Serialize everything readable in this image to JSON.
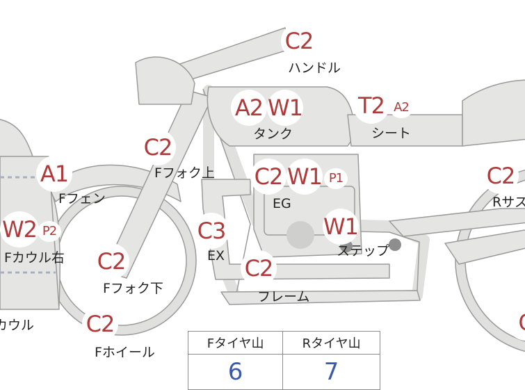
{
  "parts": {
    "handle": {
      "label": "ハンドル",
      "codes": [
        "C2"
      ]
    },
    "tank": {
      "label": "タンク",
      "codes": [
        "A2",
        "W1"
      ]
    },
    "seat": {
      "label": "シート",
      "codes": [
        "T2",
        "A2"
      ]
    },
    "ffork_upper": {
      "label": "Fフォク上",
      "codes": [
        "C2"
      ]
    },
    "ffender": {
      "label": "Fフェン",
      "codes": [
        "A1"
      ]
    },
    "engine": {
      "label": "EG",
      "codes": [
        "C2",
        "W1",
        "P1"
      ]
    },
    "rsus": {
      "label": "Rサス",
      "codes": [
        "C2"
      ]
    },
    "fcowl_right": {
      "label": "Fカウル右",
      "codes": [
        "W2",
        "P2"
      ]
    },
    "exhaust": {
      "label": "EX",
      "codes": [
        "C3"
      ]
    },
    "step": {
      "label": "ステップ",
      "codes": [
        "W1"
      ]
    },
    "ffork_lower": {
      "label": "Fフォク下",
      "codes": [
        "C2"
      ]
    },
    "frame": {
      "label": "フレーム",
      "codes": [
        "C2"
      ]
    },
    "cowl": {
      "label": "カウル",
      "codes": []
    },
    "fwheel": {
      "label": "Fホイール",
      "codes": [
        "C2"
      ]
    },
    "rwheel": {
      "label": "",
      "codes": [
        "C"
      ]
    }
  },
  "tire_table": {
    "headers": [
      "Fタイヤ山",
      "Rタイヤ山"
    ],
    "values": [
      "6",
      "7"
    ]
  },
  "colors": {
    "code_text": "#b03a3a",
    "label_text": "#222222",
    "part_fill": "#e5e6e3",
    "part_stroke": "#9a9a9a",
    "table_value": "#3a5aa8"
  }
}
